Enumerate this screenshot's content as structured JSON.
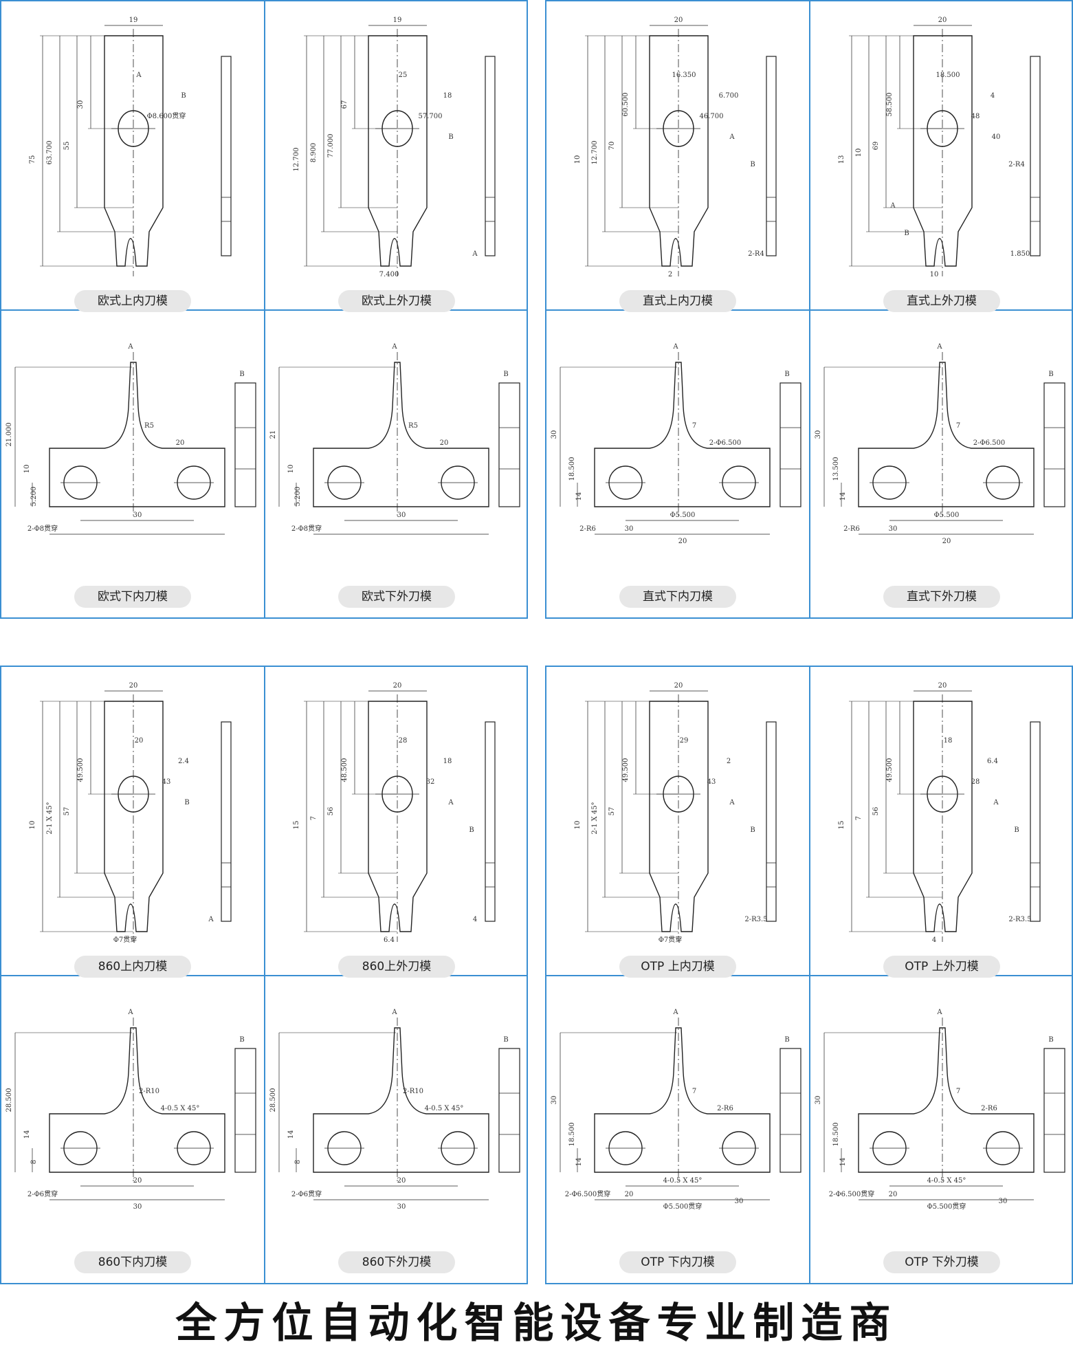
{
  "groups": [
    {
      "cells": [
        {
          "label": "欧式上内刀模",
          "drawing": "upper",
          "dims": [
            "19",
            "75",
            "63.700",
            "55",
            "30",
            "Φ8.600贯穿",
            "A",
            "B"
          ]
        },
        {
          "label": "欧式上外刀模",
          "drawing": "upper",
          "dims": [
            "19",
            "12.700",
            "8.900",
            "77.000",
            "67",
            "57.700",
            "25",
            "18",
            "7.400",
            "A",
            "B"
          ]
        },
        {
          "label": "欧式下内刀模",
          "drawing": "lower",
          "dims": [
            "A",
            "B",
            "21.000",
            "10",
            "5.200",
            "R5",
            "2-Φ8贯穿",
            "20",
            "30"
          ]
        },
        {
          "label": "欧式下外刀模",
          "drawing": "lower",
          "dims": [
            "A",
            "B",
            "21",
            "10",
            "5.200",
            "R5",
            "2-Φ8贯穿",
            "20",
            "30"
          ]
        }
      ]
    },
    {
      "cells": [
        {
          "label": "直式上内刀模",
          "drawing": "upper",
          "dims": [
            "20",
            "10",
            "12.700",
            "70",
            "60.500",
            "46.700",
            "16.350",
            "6.700",
            "2",
            "2-R4",
            "A",
            "B"
          ]
        },
        {
          "label": "直式上外刀模",
          "drawing": "upper",
          "dims": [
            "20",
            "13",
            "10",
            "69",
            "58.500",
            "48",
            "18.500",
            "4",
            "10",
            "1.850",
            "40",
            "2-R4",
            "A",
            "B"
          ]
        },
        {
          "label": "直式下内刀模",
          "drawing": "lower",
          "dims": [
            "A",
            "B",
            "30",
            "18.500",
            "14",
            "7",
            "2-R6",
            "2-Φ6.500",
            "Φ5.500",
            "20",
            "30"
          ]
        },
        {
          "label": "直式下外刀模",
          "drawing": "lower",
          "dims": [
            "A",
            "B",
            "30",
            "13.500",
            "14",
            "7",
            "2-R6",
            "2-Φ6.500",
            "Φ5.500",
            "20",
            "30"
          ]
        }
      ]
    },
    {
      "cells": [
        {
          "label": "860上内刀模",
          "drawing": "upper",
          "dims": [
            "20",
            "10",
            "2-1 X 45°",
            "57",
            "49.500",
            "43",
            "20",
            "2.4",
            "Φ7贯穿",
            "A",
            "B"
          ]
        },
        {
          "label": "860上外刀模",
          "drawing": "upper",
          "dims": [
            "20",
            "15",
            "7",
            "56",
            "48.500",
            "32",
            "28",
            "18",
            "6.4",
            "4",
            "A",
            "B"
          ]
        },
        {
          "label": "860下内刀模",
          "drawing": "lower",
          "dims": [
            "A",
            "B",
            "28.500",
            "14",
            "8",
            "2-R10",
            "2-Φ6贯穿",
            "4-0.5 X 45°",
            "20",
            "30"
          ]
        },
        {
          "label": "860下外刀模",
          "drawing": "lower",
          "dims": [
            "A",
            "B",
            "28.500",
            "14",
            "8",
            "2-R10",
            "2-Φ6贯穿",
            "4-0.5 X 45°",
            "20",
            "30"
          ]
        }
      ]
    },
    {
      "cells": [
        {
          "label": "OTP 上内刀模",
          "drawing": "upper",
          "dims": [
            "20",
            "10",
            "2-1 X 45°",
            "57",
            "49.500",
            "43",
            "29",
            "2",
            "Φ7贯穿",
            "2-R3.5",
            "A",
            "B"
          ]
        },
        {
          "label": "OTP 上外刀模",
          "drawing": "upper",
          "dims": [
            "20",
            "15",
            "7",
            "56",
            "49.500",
            "28",
            "18",
            "6.4",
            "4",
            "2-R3.5",
            "A",
            "B"
          ]
        },
        {
          "label": "OTP 下内刀模",
          "drawing": "lower",
          "dims": [
            "A",
            "B",
            "30",
            "18.500",
            "14",
            "7",
            "2-Φ6.500贯穿",
            "2-R6",
            "4-0.5 X 45°",
            "Φ5.500贯穿",
            "20",
            "30"
          ]
        },
        {
          "label": "OTP 下外刀模",
          "drawing": "lower",
          "dims": [
            "A",
            "B",
            "30",
            "18.500",
            "14",
            "7",
            "2-Φ6.500贯穿",
            "2-R6",
            "4-0.5 X 45°",
            "Φ5.500贯穿",
            "20",
            "30"
          ]
        }
      ]
    }
  ],
  "footer": {
    "slogan": "全方位自动化智能设备专业制造商"
  },
  "colors": {
    "frame": "#3a8fd2",
    "label_bg": "#e7e7e7",
    "line": "#222222"
  }
}
